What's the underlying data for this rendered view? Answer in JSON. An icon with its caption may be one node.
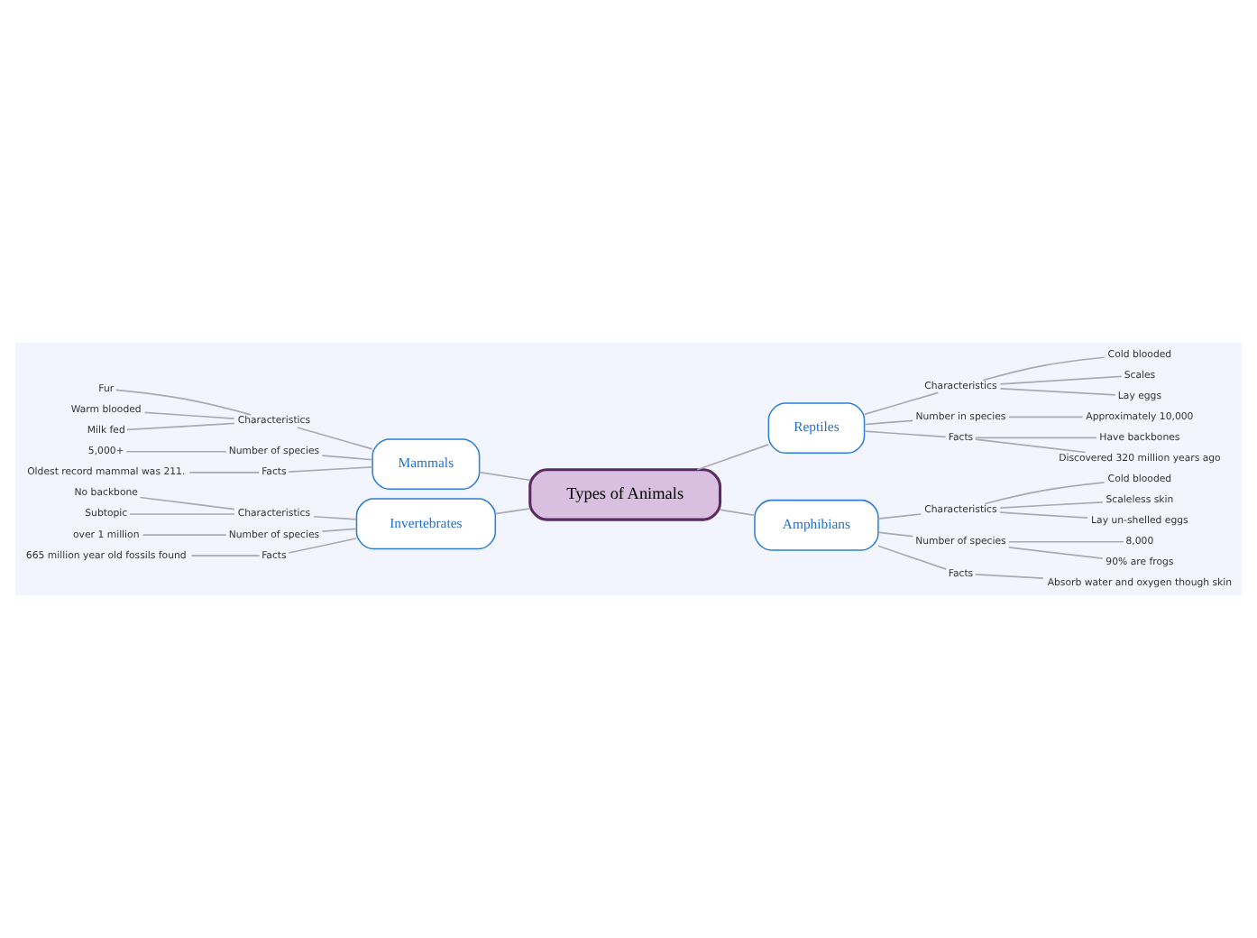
{
  "diagram": {
    "nodes": [
      {
        "text": [
          "Types of Animals"
        ]
      },
      {
        "text": [
          "Mammals"
        ]
      },
      {
        "text": [
          "Characteristics"
        ]
      },
      {
        "text": [
          "Fur"
        ]
      },
      {
        "text": [
          "Warm blooded"
        ]
      },
      {
        "text": [
          "Milk fed"
        ]
      },
      {
        "text": [
          "Number of species"
        ]
      },
      {
        "text": [
          "5,000+"
        ]
      },
      {
        "text": [
          "Facts"
        ]
      },
      {
        "text": [
          "Oldest record mammal was 211."
        ]
      },
      {
        "text": [
          "Invertebrates"
        ]
      },
      {
        "text": [
          "Characteristics"
        ]
      },
      {
        "text": [
          "No backbone"
        ]
      },
      {
        "text": [
          "Subtopic"
        ]
      },
      {
        "text": [
          "Number of species"
        ]
      },
      {
        "text": [
          "over 1 million"
        ]
      },
      {
        "text": [
          "Facts"
        ]
      },
      {
        "text": [
          "665 million year old fossils found"
        ]
      },
      {
        "text": [
          "Reptiles"
        ]
      },
      {
        "text": [
          "Characteristics"
        ]
      },
      {
        "text": [
          "Cold blooded"
        ]
      },
      {
        "text": [
          "Scales"
        ]
      },
      {
        "text": [
          "Lay eggs"
        ]
      },
      {
        "text": [
          "Number in species"
        ]
      },
      {
        "text": [
          "Approximately 10,000"
        ]
      },
      {
        "text": [
          "Facts"
        ]
      },
      {
        "text": [
          "Have backbones"
        ]
      },
      {
        "text": [
          "Discovered 320 million years ago"
        ]
      },
      {
        "text": [
          "Amphibians"
        ]
      },
      {
        "text": [
          "Characteristics"
        ]
      },
      {
        "text": [
          "Cold blooded"
        ]
      },
      {
        "text": [
          "Scaleless skin"
        ]
      },
      {
        "text": [
          "Lay un-shelled eggs"
        ]
      },
      {
        "text": [
          "Number of species"
        ]
      },
      {
        "text": [
          "8,000"
        ]
      },
      {
        "text": [
          "90% are frogs"
        ]
      },
      {
        "text": [
          "Facts"
        ]
      },
      {
        "text": [
          "Absorb water and oxygen though skin"
        ]
      }
    ],
    "edges": [
      {
        "from": 0,
        "to": 1,
        "arrow": "none"
      },
      {
        "from": 1,
        "to": 2,
        "arrow": "none"
      },
      {
        "from": 2,
        "to": 3,
        "arrow": "none"
      },
      {
        "from": 2,
        "to": 4,
        "arrow": "none"
      },
      {
        "from": 2,
        "to": 5,
        "arrow": "none"
      },
      {
        "from": 1,
        "to": 6,
        "arrow": "none"
      },
      {
        "from": 6,
        "to": 7,
        "arrow": "none"
      },
      {
        "from": 1,
        "to": 8,
        "arrow": "none"
      },
      {
        "from": 8,
        "to": 9,
        "arrow": "none"
      },
      {
        "from": 0,
        "to": 10,
        "arrow": "none"
      },
      {
        "from": 10,
        "to": 11,
        "arrow": "none"
      },
      {
        "from": 11,
        "to": 12,
        "arrow": "none"
      },
      {
        "from": 11,
        "to": 13,
        "arrow": "none"
      },
      {
        "from": 10,
        "to": 14,
        "arrow": "none"
      },
      {
        "from": 14,
        "to": 15,
        "arrow": "none"
      },
      {
        "from": 10,
        "to": 16,
        "arrow": "none"
      },
      {
        "from": 16,
        "to": 17,
        "arrow": "none"
      },
      {
        "from": 0,
        "to": 18,
        "arrow": "none"
      },
      {
        "from": 18,
        "to": 19,
        "arrow": "none"
      },
      {
        "from": 19,
        "to": 20,
        "arrow": "none"
      },
      {
        "from": 19,
        "to": 21,
        "arrow": "none"
      },
      {
        "from": 19,
        "to": 22,
        "arrow": "none"
      },
      {
        "from": 18,
        "to": 23,
        "arrow": "none"
      },
      {
        "from": 23,
        "to": 24,
        "arrow": "none"
      },
      {
        "from": 18,
        "to": 25,
        "arrow": "none"
      },
      {
        "from": 25,
        "to": 26,
        "arrow": "none"
      },
      {
        "from": 25,
        "to": 27,
        "arrow": "none"
      },
      {
        "from": 0,
        "to": 28,
        "arrow": "none"
      },
      {
        "from": 28,
        "to": 29,
        "arrow": "none"
      },
      {
        "from": 29,
        "to": 30,
        "arrow": "none"
      },
      {
        "from": 29,
        "to": 31,
        "arrow": "none"
      },
      {
        "from": 29,
        "to": 32,
        "arrow": "none"
      },
      {
        "from": 28,
        "to": 33,
        "arrow": "none"
      },
      {
        "from": 33,
        "to": 34,
        "arrow": "none"
      },
      {
        "from": 33,
        "to": 35,
        "arrow": "none"
      },
      {
        "from": 28,
        "to": 36,
        "arrow": "none"
      },
      {
        "from": 36,
        "to": 37,
        "arrow": "none"
      }
    ]
  }
}
